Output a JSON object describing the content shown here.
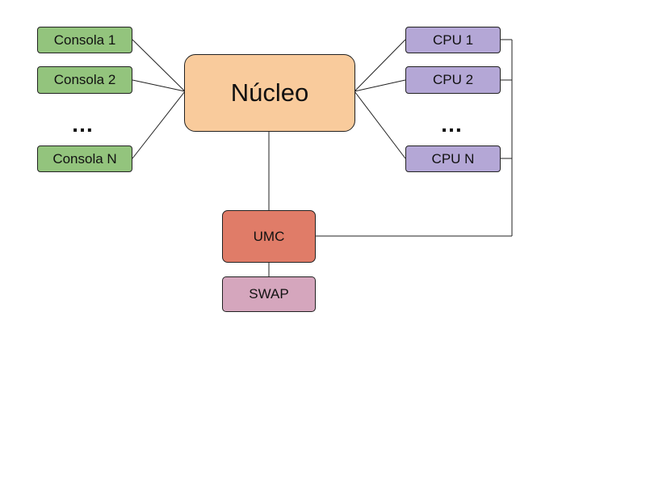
{
  "consoles": {
    "items": [
      "Consola 1",
      "Consola 2",
      "Consola N"
    ],
    "ellipsis": "…"
  },
  "kernel": {
    "label": "Núcleo"
  },
  "cpus": {
    "items": [
      "CPU 1",
      "CPU 2",
      "CPU N"
    ],
    "ellipsis": "…"
  },
  "memory_unit": {
    "label": "UMC"
  },
  "swap": {
    "label": "SWAP"
  },
  "colors": {
    "console": "#93c47d",
    "cpu": "#b4a7d6",
    "kernel": "#f9cb9c",
    "umc": "#e07c68",
    "swap": "#d5a6bd",
    "line": "#222222"
  }
}
